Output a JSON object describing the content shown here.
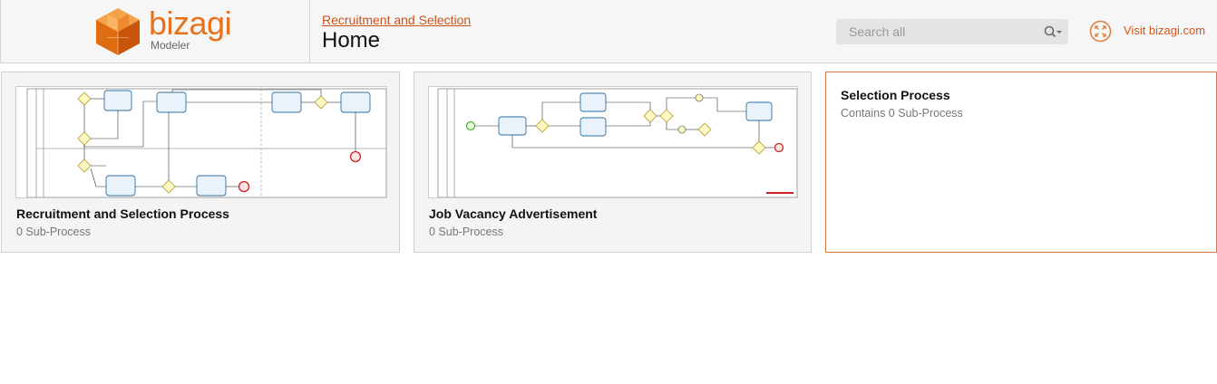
{
  "header": {
    "logo_text": "bizagi",
    "logo_sub": "Modeler",
    "breadcrumb": "Recruitment and Selection",
    "title": "Home",
    "search_placeholder": "Search all",
    "visit_link": "Visit bizagi.com"
  },
  "cards": [
    {
      "title": "Recruitment and Selection Process",
      "subtitle": "0 Sub-Process"
    },
    {
      "title": "Job Vacancy Advertisement",
      "subtitle": "0 Sub-Process"
    },
    {
      "title": "Selection Process",
      "subtitle": "Contains 0 Sub-Process"
    }
  ],
  "colors": {
    "brand": "#e8721c",
    "link": "#c8531c",
    "selected_border": "#d9763f"
  },
  "icons": [
    "bizagi-cube-logo-icon",
    "search-icon",
    "dropdown-caret-icon",
    "expand-arrows-icon"
  ]
}
